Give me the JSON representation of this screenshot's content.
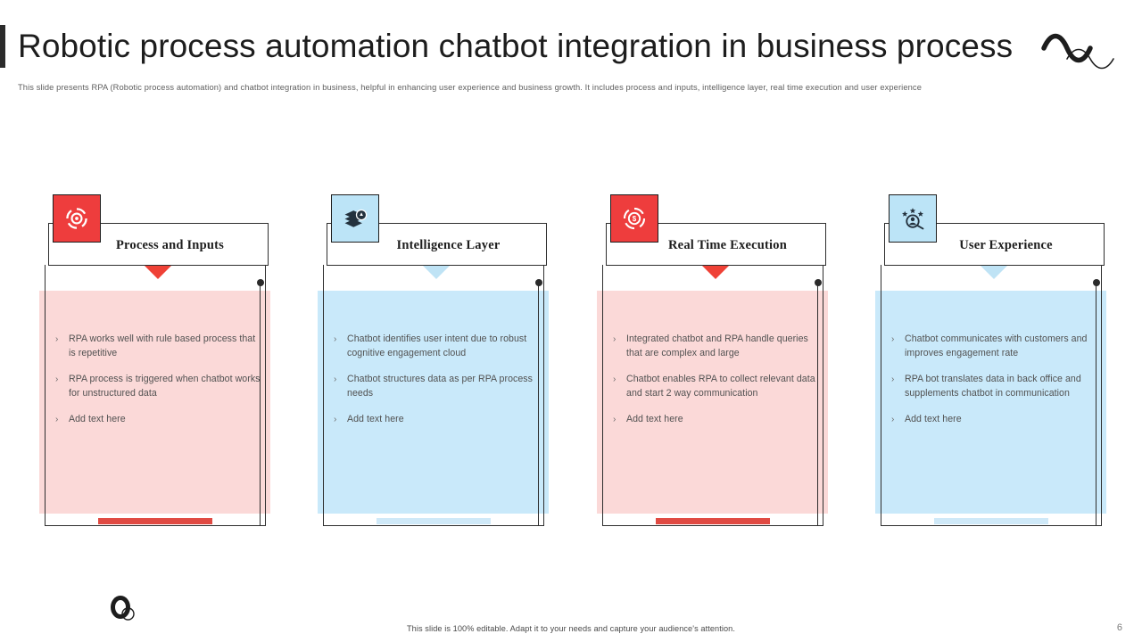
{
  "header": {
    "title": "Robotic process automation  chatbot integration in business process",
    "subtitle": "This slide presents RPA (Robotic process automation) and chatbot integration in business, helpful in enhancing user experience and business growth. It includes process and inputs, intelligence layer, real time execution and user experience",
    "logo_icon": "double-wave-logo-icon"
  },
  "theme": {
    "red": "#ee3d3d",
    "red_panel": "#fbd9d8",
    "red_arrow": "#ef4136",
    "blue": "#bce4f7",
    "blue_panel": "#c9e9fa",
    "blue_arrow": "#bfe3f5",
    "blue_bar": "#cfe9f8",
    "frame_line": "#2e2e2e",
    "text": "#515151"
  },
  "columns": [
    {
      "id": "process-and-inputs",
      "title": "Process and Inputs",
      "icon": "rpa-gear-icon",
      "icon_style": "red",
      "accent": "red",
      "bullet_mark": "›",
      "bullets": [
        "RPA works well with rule based process that is repetitive",
        "RPA process is triggered when chatbot works for unstructured data",
        "Add text here"
      ]
    },
    {
      "id": "intelligence-layer",
      "title": "Intelligence Layer",
      "icon": "layers-stack-icon",
      "icon_style": "blue",
      "accent": "blue",
      "bullet_mark": "›",
      "bullets": [
        "Chatbot identifies user intent due to robust cognitive engagement cloud",
        "Chatbot structures data as per RPA process needs",
        "Add text here"
      ]
    },
    {
      "id": "real-time-execution",
      "title": "Real Time Execution",
      "icon": "dollar-gear-icon",
      "icon_style": "red",
      "accent": "red",
      "bullet_mark": "›",
      "bullets": [
        "Integrated chatbot and RPA handle queries that are complex and large",
        "Chatbot enables RPA to collect relevant data and start 2 way communication",
        "Add text here"
      ]
    },
    {
      "id": "user-experience",
      "title": "User Experience",
      "icon": "user-rating-stars-icon",
      "icon_style": "blue",
      "accent": "blue",
      "bullet_mark": "›",
      "bullets": [
        "Chatbot communicates with customers and improves engagement rate",
        "RPA bot translates data in back office and supplements chatbot in communication",
        "Add text here"
      ]
    }
  ],
  "footer": {
    "note": "This slide is 100% editable. Adapt it to your needs and capture your audience's attention.",
    "page_number": "6",
    "logo_icon": "circles-mark-icon"
  }
}
